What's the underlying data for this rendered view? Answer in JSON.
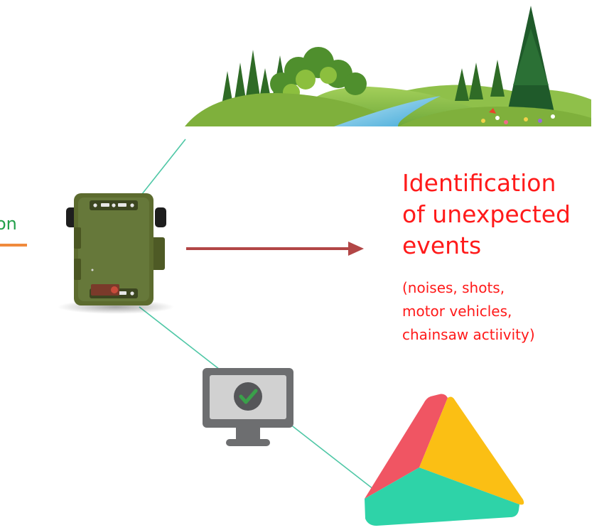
{
  "colors": {
    "title_red": "#ff1a1a",
    "arrow_red": "#b24646",
    "connector_teal": "#4fc7a6",
    "label_green": "#22a04a",
    "underline_orange": "#f08a3c",
    "device_green": "#5c6b2e",
    "monitor_gray": "#6d6e70",
    "check_green": "#3aa04a",
    "logo_red": "#f05563",
    "logo_yellow": "#fbbf14",
    "logo_teal": "#2ed3a8"
  },
  "left_label": "on",
  "headline": {
    "line1": "Identification",
    "line2": "of unexpected",
    "line3": "events"
  },
  "details": {
    "line1": "(noises, shots,",
    "line2": "motor vehicles,",
    "line3": "chainsaw actiivity)"
  },
  "icons": {
    "landscape": "forest-landscape-illustration",
    "device": "audio-recorder-device",
    "monitor": "monitor-check-icon",
    "logo": "triangle-logo"
  }
}
